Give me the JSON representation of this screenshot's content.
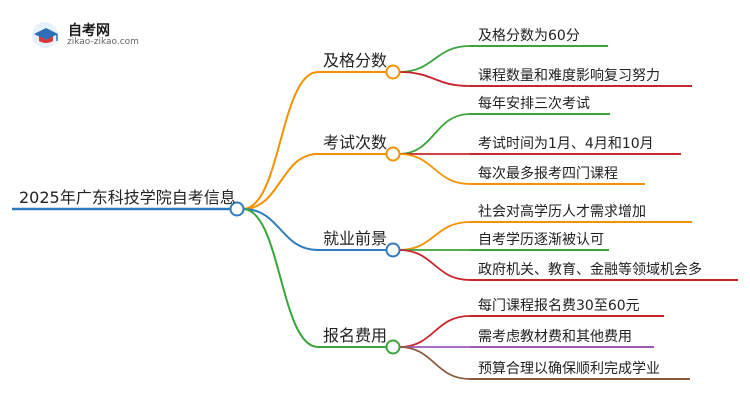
{
  "logo": {
    "brand": "自考网",
    "site": "zikao-zikao.com"
  },
  "root": {
    "label": "2025年广东科技学院自考信息"
  },
  "colors": {
    "root_line": "#2e7bbf",
    "orange": "#f39200",
    "green": "#3aa53a",
    "red": "#c9242b",
    "purple": "#9b59b6",
    "brown": "#8b5a3c"
  },
  "branches": [
    {
      "label": "及格分数",
      "color": "#f39200",
      "leaves": [
        {
          "label": "及格分数为60分",
          "color": "#3aa53a"
        },
        {
          "label": "课程数量和难度影响复习努力",
          "color": "#c9242b"
        }
      ]
    },
    {
      "label": "考试次数",
      "color": "#f39200",
      "leaves": [
        {
          "label": "每年安排三次考试",
          "color": "#3aa53a"
        },
        {
          "label": "考试时间为1月、4月和10月",
          "color": "#c9242b"
        },
        {
          "label": "每次最多报考四门课程",
          "color": "#f39200"
        }
      ]
    },
    {
      "label": "就业前景",
      "color": "#2e7bbf",
      "leaves": [
        {
          "label": "社会对高学历人才需求增加",
          "color": "#f39200"
        },
        {
          "label": "自考学历逐渐被认可",
          "color": "#3aa53a"
        },
        {
          "label": "政府机关、教育、金融等领域机会多",
          "color": "#c9242b"
        }
      ]
    },
    {
      "label": "报名费用",
      "color": "#3aa53a",
      "leaves": [
        {
          "label": "每门课程报名费30至60元",
          "color": "#c9242b"
        },
        {
          "label": "需考虑教材费和其他费用",
          "color": "#9b59b6"
        },
        {
          "label": "预算合理以确保顺利完成学业",
          "color": "#8b5a3c"
        }
      ]
    }
  ]
}
